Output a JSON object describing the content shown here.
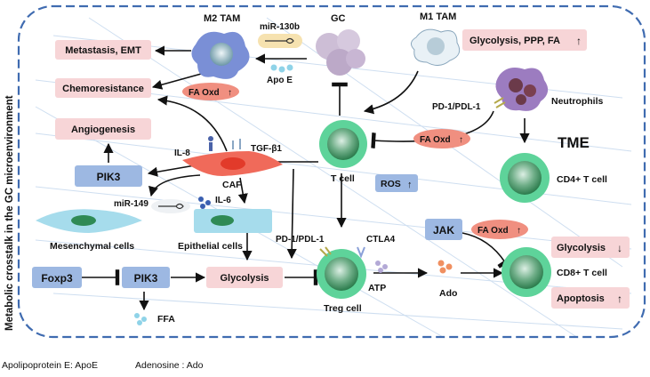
{
  "side_title": "Metabolic crosstalk in the GC microenvironment",
  "cells": {
    "m2_tam": "M2 TAM",
    "gc": "GC",
    "m1_tam": "M1 TAM",
    "neutrophils": "Neutrophils",
    "t_cell": "T cell",
    "caf": "CAF",
    "mesenchymal": "Mesenchymal cells",
    "epithelial": "Epithelial  cells",
    "cd4": "CD4+  T cell",
    "cd8": "CD8+  T cell",
    "treg": "Treg cell"
  },
  "labels": {
    "mir130b": "miR-130b",
    "apoe": "Apo E",
    "pdl1_top": "PD-1/PDL-1",
    "il8": "IL-8",
    "tgfb1": "TGF-β1",
    "mir149": "miR-149",
    "il6": "IL-6",
    "pdl1_treg": "PD-1/PDL-1",
    "ctla4": "CTLA4",
    "atp": "ATP",
    "ado": "Ado",
    "ffa": "FFA",
    "tme": "TME"
  },
  "boxes": {
    "metastasis": "Metastasis, EMT",
    "chemoresistance": "Chemoresistance",
    "angiogenesis": "Angiogenesis",
    "m1_glycolysis": "Glycolysis,  PPP, FA",
    "pik3_left": "PIK3",
    "foxp3": "Foxp3",
    "pik3_bottom": "PIK3",
    "glycolysis_mid": "Glycolysis",
    "ros": "ROS",
    "jak": "JAK",
    "cd8_glycolysis": "Glycolysis",
    "cd8_apoptosis": "Apoptosis"
  },
  "fa_oxd": [
    "FA Oxd",
    "FA Oxd",
    "FA Oxd"
  ],
  "legend": {
    "apoe": "Apolipoprotein  E: ApoE",
    "ado": "Adenosine : Ado"
  },
  "colors": {
    "frame": "#3f6bb0",
    "pink_box": "#f7d5d7",
    "blue_box": "#9db8e2",
    "fa_oxd": "#f08f80",
    "t_cell_ring": "#5ed39a",
    "caf": "#f06a5a",
    "epithelial": "#a6dcec",
    "cell_core": "#2f8a55"
  }
}
